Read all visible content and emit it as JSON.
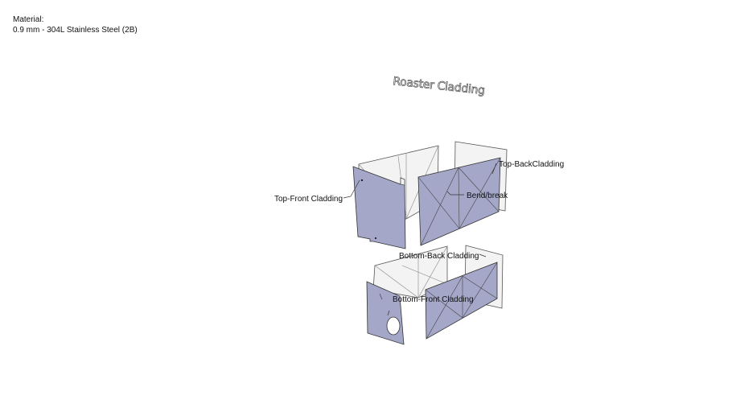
{
  "material": {
    "heading": "Material:",
    "spec": "0.9 mm - 304L Stainless Steel (2B)"
  },
  "model": {
    "title": "Roaster Cladding"
  },
  "labels": {
    "top_front": "Top-Front Cladding",
    "top_back": "Top-BackCladding",
    "bend_break": "Bend/break",
    "bottom_back": "Bottom-Back Cladding",
    "bottom_front": "Bottom-Front Cladding"
  },
  "colors": {
    "panel_face": "#a4a7c8",
    "panel_back": "#f3f3f3",
    "background": "#ffffff"
  }
}
